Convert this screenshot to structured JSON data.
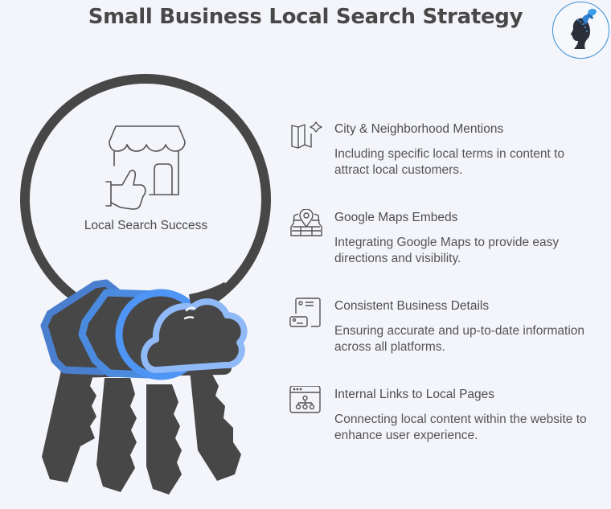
{
  "header": {
    "title": "Small Business Local Search Strategy",
    "avatar": {
      "icon": "butterfly-silhouette-icon",
      "border_color": "#3a8fd6"
    }
  },
  "illustration": {
    "center_icon": "storefront-thumbs-up-icon",
    "center_label": "Local Search Success",
    "ring_color": "#474747",
    "key_colors": [
      "#4a7fd0",
      "#4a8be0",
      "#4f95f5",
      "#8fb9f7"
    ],
    "key_body_color": "#474747",
    "key_count": 4
  },
  "items": [
    {
      "icon": "map-sparkle-icon",
      "heading": "City & Neighborhood Mentions",
      "description": "Including specific local terms in content to attract local customers."
    },
    {
      "icon": "map-pin-grid-icon",
      "heading": "Google Maps Embeds",
      "description": "Integrating Google Maps to provide easy directions and visibility."
    },
    {
      "icon": "business-card-details-icon",
      "heading": "Consistent Business Details",
      "description": "Ensuring accurate and up-to-date information across all platforms."
    },
    {
      "icon": "browser-sitemap-icon",
      "heading": "Internal Links to Local Pages",
      "description": "Connecting local content within the website to enhance user experience."
    }
  ],
  "colors": {
    "background": "#f4f5fa",
    "text": "#4a4a4a",
    "title": "#484848"
  }
}
